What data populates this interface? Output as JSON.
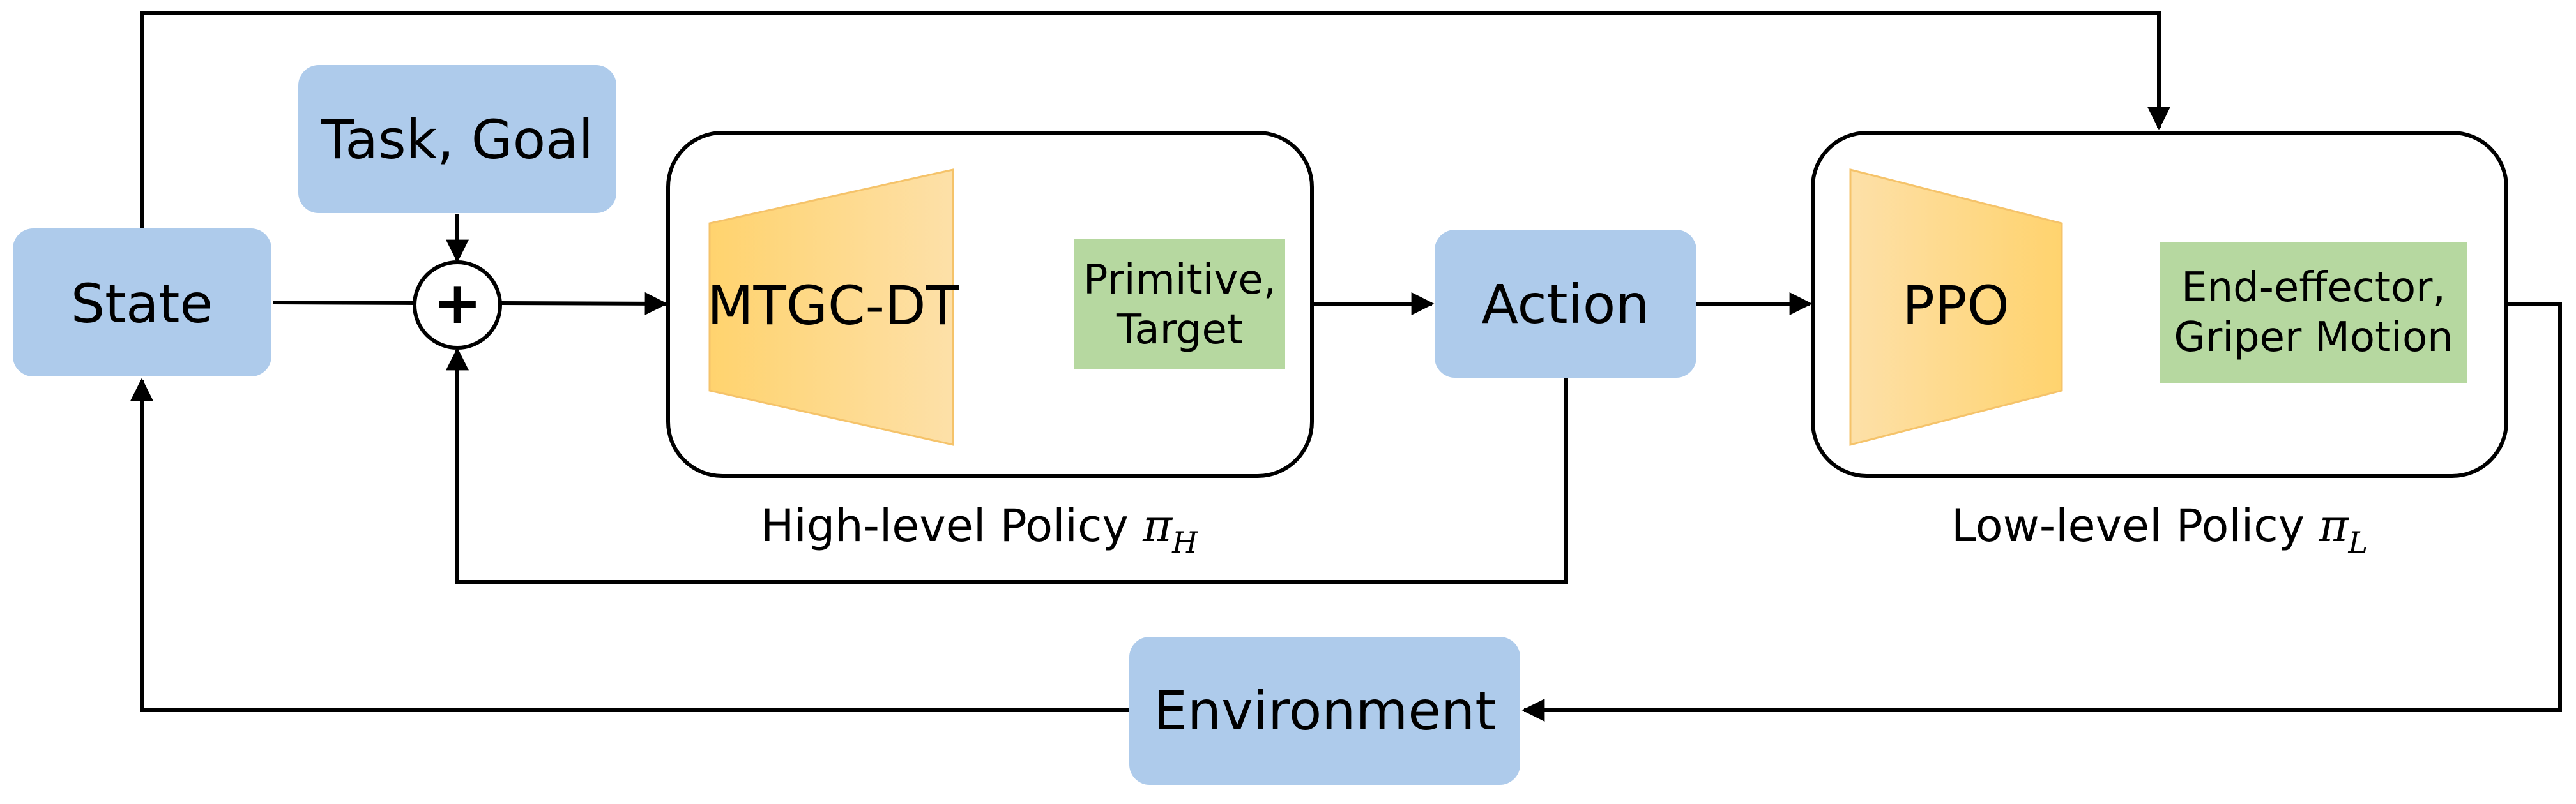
{
  "nodes": {
    "state": "State",
    "task_goal": "Task, Goal",
    "sum_symbol": "+",
    "high_model": "MTGC-DT",
    "high_output_line1": "Primitive,",
    "high_output_line2": "Target",
    "action": "Action",
    "low_model": "PPO",
    "low_output_line1": "End-effector,",
    "low_output_line2": "Griper Motion",
    "environment": "Environment"
  },
  "captions": {
    "high_policy_text": "High-level Policy",
    "high_policy_symbol": "π",
    "high_policy_sub": "H",
    "low_policy_text": "Low-level Policy",
    "low_policy_symbol": "π",
    "low_policy_sub": "L"
  },
  "colors": {
    "blue_box": "#aecbeb",
    "green_box": "#b6d8a0",
    "orange_gradient_dark": "#ffd36e",
    "orange_gradient_light": "#fde0a8",
    "stroke": "#000000"
  }
}
